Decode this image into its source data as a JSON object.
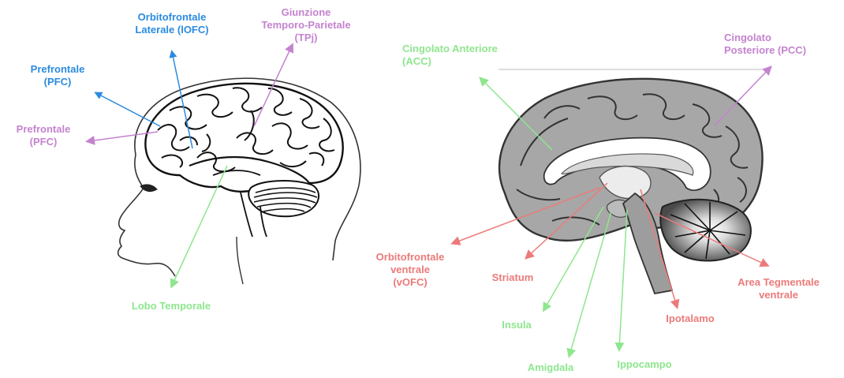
{
  "colors": {
    "blue": "#2b8be0",
    "purple": "#c483cf",
    "green": "#8ee68e",
    "red": "#ec7a7a",
    "brain_gray": "#a9a9a9",
    "outline": "#222222"
  },
  "left_labels": {
    "lofc": [
      "Orbitofrontale",
      "Laterale (lOFC)"
    ],
    "tpj": [
      "Giunzione",
      "Temporo-Parietale",
      "(TPj)"
    ],
    "pfc_blue": [
      "Prefrontale",
      "(PFC)"
    ],
    "pfc_purple": [
      "Prefrontale",
      "(PFC)"
    ],
    "temporal": [
      "Lobo Temporale"
    ]
  },
  "right_labels": {
    "acc": [
      "Cingolato Anteriore",
      "(ACC)"
    ],
    "pcc": [
      "Cingolato",
      "Posteriore (PCC)"
    ],
    "vofc": [
      "Orbitofrontale",
      "ventrale",
      "(vOFC)"
    ],
    "striatum": [
      "Striatum"
    ],
    "vta": [
      "Area Tegmentale",
      "ventrale"
    ],
    "insula": [
      "Insula"
    ],
    "hypothalamus": [
      "Ipotalamo"
    ],
    "amygdala": [
      "Amigdala"
    ],
    "hippocampus": [
      "Ippocampo"
    ]
  }
}
